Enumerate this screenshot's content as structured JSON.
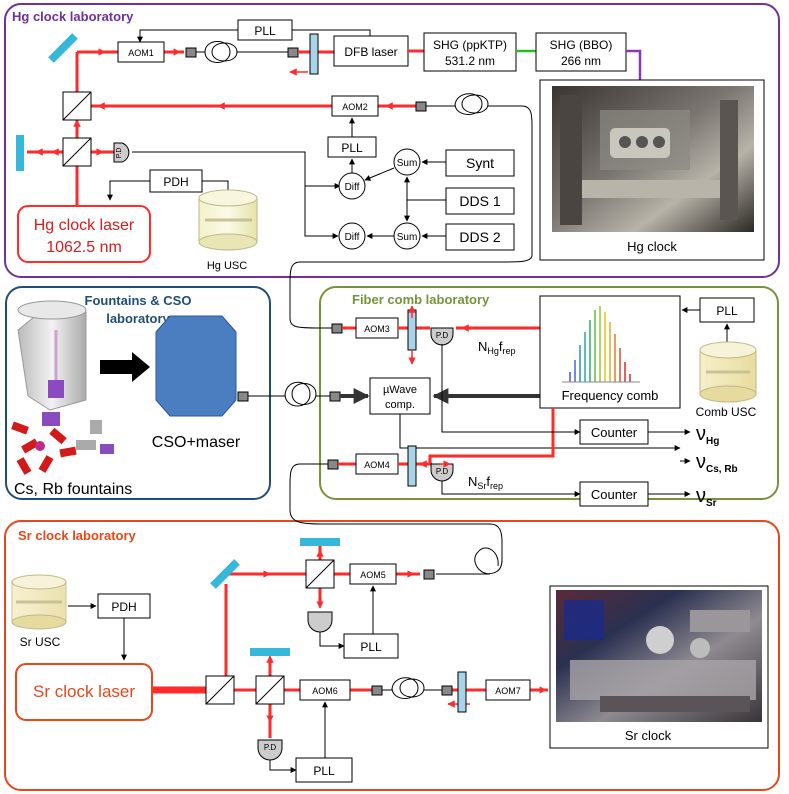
{
  "labs": {
    "hg": {
      "title": "Hg clock laboratory",
      "color": "#7030a0"
    },
    "fountains": {
      "title_line1": "Fountains & CSO",
      "title_line2": "laboratory",
      "color": "#1f4e79"
    },
    "fiber": {
      "title": "Fiber comb laboratory",
      "color": "#77933c"
    },
    "sr": {
      "title": "Sr clock laboratory",
      "color": "#e8461b"
    }
  },
  "hg": {
    "aom1": "AOM1",
    "aom2": "AOM2",
    "pll_top": "PLL",
    "pll2": "PLL",
    "dfb": "DFB laser",
    "shg1_l1": "SHG (ppKTP)",
    "shg1_l2": "531.2 nm",
    "shg2_l1": "SHG (BBO)",
    "shg2_l2": "266 nm",
    "pd": "P.D",
    "pdh": "PDH",
    "laser_l1": "Hg clock laser",
    "laser_l2": "1062.5 nm",
    "usc": "Hg USC",
    "diff1": "Diff",
    "diff2": "Diff",
    "sum1": "Sum",
    "sum2": "Sum",
    "synt": "Synt",
    "dds1": "DDS 1",
    "dds2": "DDS 2",
    "photo_caption": "Hg clock"
  },
  "fountains": {
    "cso_label": "CSO+maser",
    "fountains_label": "Cs, Rb fountains"
  },
  "fiber": {
    "aom3": "AOM3",
    "aom4": "AOM4",
    "pd1": "P.D",
    "pd2": "P.D",
    "uwave_l1": "µWave",
    "uwave_l2": "comp.",
    "comb": "Frequency comb",
    "pll": "PLL",
    "comb_usc": "Comb USC",
    "counter1": "Counter",
    "counter2": "Counter",
    "n_hg": "N",
    "n_hg_sub": "Hg",
    "n_hg_f": "f",
    "n_hg_rep": "rep",
    "n_sr": "N",
    "n_sr_sub": "Sr",
    "n_sr_f": "f",
    "n_sr_rep": "rep",
    "nu_hg": "ν",
    "nu_hg_sub": "Hg",
    "nu_csrb": "ν",
    "nu_csrb_sub": "Cs, Rb",
    "nu_sr": "ν",
    "nu_sr_sub": "Sr"
  },
  "sr": {
    "aom5": "AOM5",
    "aom6": "AOM6",
    "aom7": "AOM7",
    "pdh": "PDH",
    "usc": "Sr USC",
    "laser": "Sr clock laser",
    "pll1": "PLL",
    "pll2": "PLL",
    "pd": "P.D",
    "photo_caption": "Sr clock"
  },
  "colors": {
    "beam": "#ff2a2a",
    "green_fiber": "#22c022",
    "purple_fiber": "#8a3ab0",
    "optic_blue": "#a8d4ea",
    "cyan_mirror": "#35b8da"
  }
}
